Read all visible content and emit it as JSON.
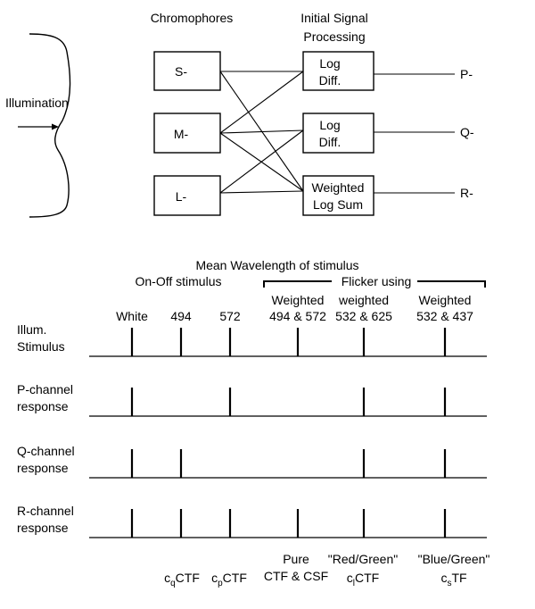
{
  "top": {
    "chromophores_header": "Chromophores",
    "processing_header": [
      "Initial Signal",
      "Processing"
    ],
    "illumination": "Illumination",
    "chromophores": [
      "S-",
      "M-",
      "L-"
    ],
    "processors": [
      [
        "Log",
        "Diff."
      ],
      [
        "Log",
        "Diff."
      ],
      [
        "Weighted",
        "Log Sum"
      ]
    ],
    "outputs": [
      "P-",
      "Q-",
      "R-"
    ]
  },
  "bottom": {
    "title": "Mean Wavelength of stimulus",
    "onoff_label": "On-Off stimulus",
    "flicker_label": "Flicker using",
    "stimuli": [
      [
        "White"
      ],
      [
        "494"
      ],
      [
        "572"
      ],
      [
        "Weighted",
        "494 & 572"
      ],
      [
        "weighted",
        "532 & 625"
      ],
      [
        "Weighted",
        "532 & 437"
      ]
    ],
    "rows": [
      {
        "label": [
          "Illum.",
          "Stimulus"
        ],
        "ticks": [
          true,
          true,
          true,
          true,
          true,
          true
        ]
      },
      {
        "label": [
          "P-channel",
          "response"
        ],
        "ticks": [
          true,
          false,
          true,
          false,
          true,
          true
        ]
      },
      {
        "label": [
          "Q-channel",
          "response"
        ],
        "ticks": [
          true,
          true,
          false,
          false,
          true,
          true
        ]
      },
      {
        "label": [
          "R-channel",
          "response"
        ],
        "ticks": [
          true,
          true,
          true,
          true,
          true,
          true
        ]
      }
    ],
    "footers": [
      {
        "lines": [
          ""
        ],
        "sub": null
      },
      {
        "lines": [
          ""
        ],
        "sub": {
          "pre": "c",
          "sub": "q",
          "post": "CTF"
        }
      },
      {
        "lines": [
          ""
        ],
        "sub": {
          "pre": "c",
          "sub": "p",
          "post": "CTF"
        }
      },
      {
        "lines": [
          "Pure",
          "CTF & CSF"
        ],
        "sub": null
      },
      {
        "lines": [
          "\"Red/Green\""
        ],
        "sub": {
          "pre": "c",
          "sub": "l",
          "post": "CTF"
        }
      },
      {
        "lines": [
          "\"Blue/Green\""
        ],
        "sub": {
          "pre": "c",
          "sub": "s",
          "post": "TF"
        }
      }
    ]
  }
}
